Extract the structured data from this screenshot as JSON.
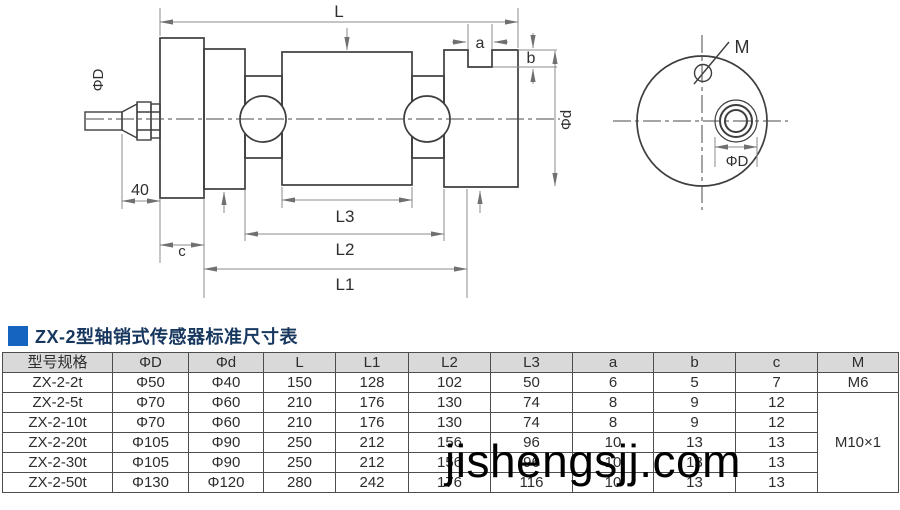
{
  "title": {
    "text": "ZX-2型轴销式传感器标准尺寸表",
    "accent_color": "#1565c0",
    "text_color": "#17375e"
  },
  "drawing": {
    "labels": {
      "L": "L",
      "L1": "L1",
      "L2": "L2",
      "L3": "L3",
      "a": "a",
      "b": "b",
      "c": "c",
      "n40": "40",
      "phi_D": "ΦD",
      "phi_d": "Φd",
      "M": "M"
    }
  },
  "watermark": "jishengsjj.com",
  "table": {
    "headers": [
      "型号规格",
      "ΦD",
      "Φd",
      "L",
      "L1",
      "L2",
      "L3",
      "a",
      "b",
      "c",
      "M"
    ],
    "rows": [
      [
        "ZX-2-2t",
        "Φ50",
        "Φ40",
        "150",
        "128",
        "102",
        "50",
        "6",
        "5",
        "7"
      ],
      [
        "ZX-2-5t",
        "Φ70",
        "Φ60",
        "210",
        "176",
        "130",
        "74",
        "8",
        "9",
        "12"
      ],
      [
        "ZX-2-10t",
        "Φ70",
        "Φ60",
        "210",
        "176",
        "130",
        "74",
        "8",
        "9",
        "12"
      ],
      [
        "ZX-2-20t",
        "Φ105",
        "Φ90",
        "250",
        "212",
        "156",
        "96",
        "10",
        "13",
        "13"
      ],
      [
        "ZX-2-30t",
        "Φ105",
        "Φ90",
        "250",
        "212",
        "156",
        "96",
        "10",
        "13",
        "13"
      ],
      [
        "ZX-2-50t",
        "Φ130",
        "Φ120",
        "280",
        "242",
        "176",
        "116",
        "10",
        "13",
        "13"
      ]
    ],
    "m_first": "M6",
    "m_merged": "M10×1",
    "header_bg": "#d9d9d9",
    "border_color": "#4d4d4d"
  }
}
